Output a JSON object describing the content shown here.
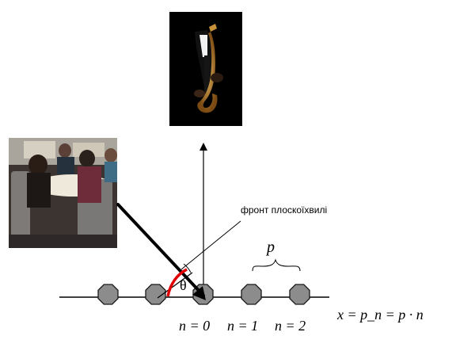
{
  "wave_front_label": "фронт плоскоїхвилі",
  "angle_label": "θ",
  "period_label": "p",
  "sites": [
    {
      "label": "n = 0"
    },
    {
      "label": "n = 1"
    },
    {
      "label": "n = 2"
    }
  ],
  "position_formula": "x = p_n = p · n",
  "photos": {
    "saxophone": "saxophone-player-photo",
    "restaurant": "restaurant-diners-photo"
  },
  "colors": {
    "line": "#000000",
    "atom_fill": "#8c8c8c",
    "angle_arc": "#e00000"
  }
}
